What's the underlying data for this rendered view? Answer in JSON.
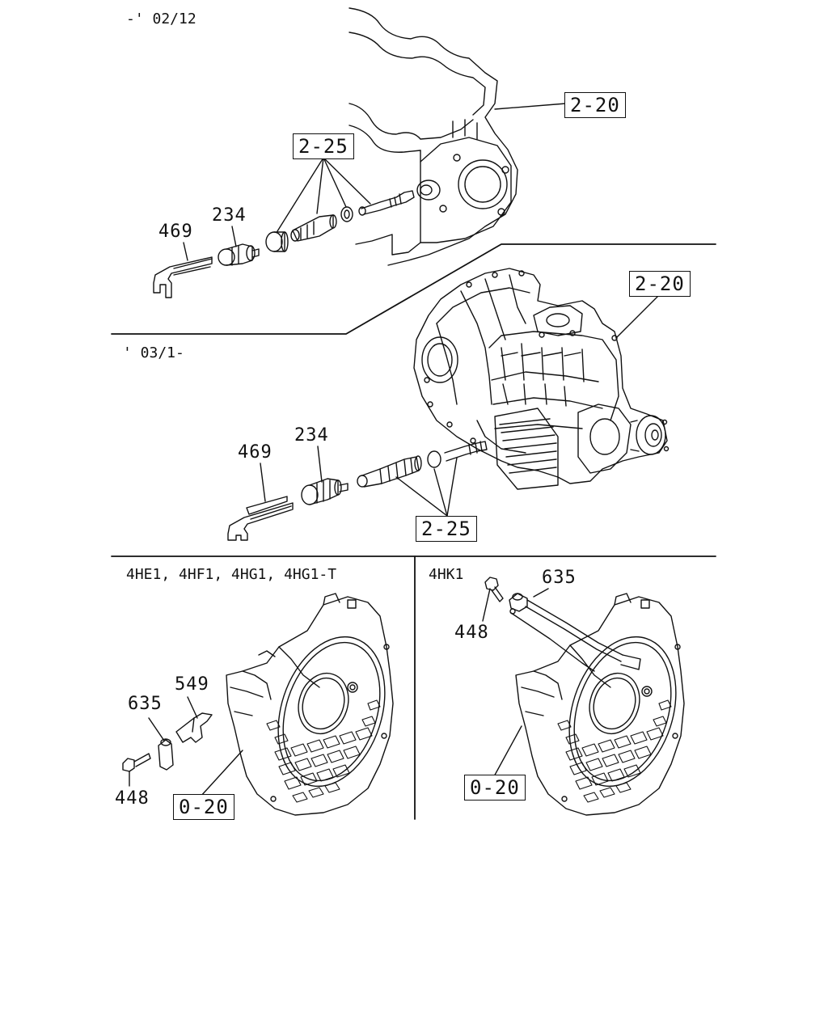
{
  "sections": {
    "top_date": "-' 02/12",
    "mid_date": "' 03/1-",
    "engine_group_a": "4HE1, 4HF1, 4HG1, 4HG1-T",
    "engine_group_b": "4HK1"
  },
  "callouts": {
    "top_transmission_ref": "2-20",
    "top_speedometer_ref": "2-25",
    "mid_transmission_ref": "2-20",
    "mid_speedometer_ref": "2-25",
    "left_housing_ref": "0-20",
    "right_housing_ref": "0-20"
  },
  "part_numbers": {
    "top_clip": "469",
    "top_sensor": "234",
    "mid_clip": "469",
    "mid_sensor": "234",
    "left_sensor": "635",
    "left_bracket": "549",
    "left_bolt": "448",
    "right_sensor": "635",
    "right_bolt": "448"
  },
  "colors": {
    "line": "#111111",
    "background": "#ffffff"
  }
}
